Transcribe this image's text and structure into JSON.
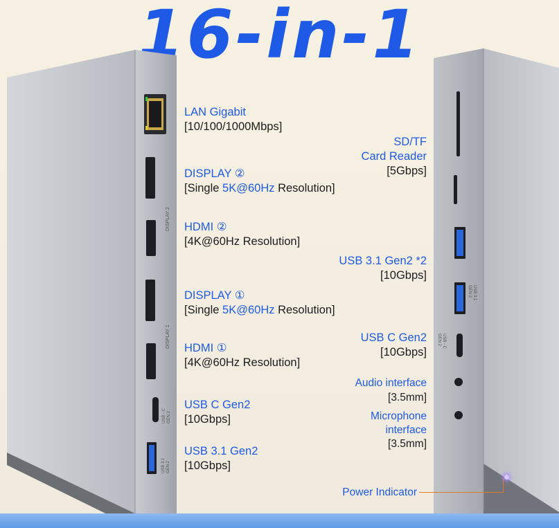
{
  "title": "16-in-1",
  "left_ports": [
    {
      "name": "LAN Gigabit",
      "spec": "[10/100/1000Mbps]"
    },
    {
      "name": "DISPLAY ②",
      "spec_pre": "[Single ",
      "spec_hi": "5K@60Hz",
      "spec_post": " Resolution]"
    },
    {
      "name": "HDMI ②",
      "spec": "[4K@60Hz Resolution]"
    },
    {
      "name": "DISPLAY ①",
      "spec_pre": "[Single ",
      "spec_hi": "5K@60Hz",
      "spec_post": " Resolution]"
    },
    {
      "name": "HDMI ①",
      "spec": "[4K@60Hz Resolution]"
    },
    {
      "name": "USB C Gen2",
      "spec": "[10Gbps]"
    },
    {
      "name": "USB 3.1 Gen2",
      "spec": "[10Gbps]"
    }
  ],
  "right_ports": [
    {
      "line1": "SD/TF",
      "line2": "Card Reader",
      "spec": "[5Gbps]"
    },
    {
      "name": "USB 3.1 Gen2 *2",
      "spec": "[10Gbps]"
    },
    {
      "name": "USB C Gen2",
      "spec": "[10Gbps]"
    },
    {
      "name": "Audio interface",
      "spec": "[3.5mm]"
    },
    {
      "line1": "Microphone",
      "line2": "interface",
      "spec": "[3.5mm]"
    },
    {
      "name": "Power Indicator"
    }
  ],
  "hub_labels": {
    "display2": "DISPLAY 2",
    "display1": "DISPLAY 1",
    "usbc_left_1": "USB - C",
    "usbc_left_2": "GEN 2",
    "usb31_left_1": "USB 3.1",
    "usb31_left_2": "GEN 2",
    "usb31_right_1": "USB 3.1",
    "usb31_right_2": "GEN 2",
    "usbc_right_1": "USB - C",
    "usbc_right_2": "GEN 2"
  },
  "colors": {
    "accent": "#1f5ae6",
    "hub": "#a9adb3",
    "power_line": "#e07a2a"
  }
}
